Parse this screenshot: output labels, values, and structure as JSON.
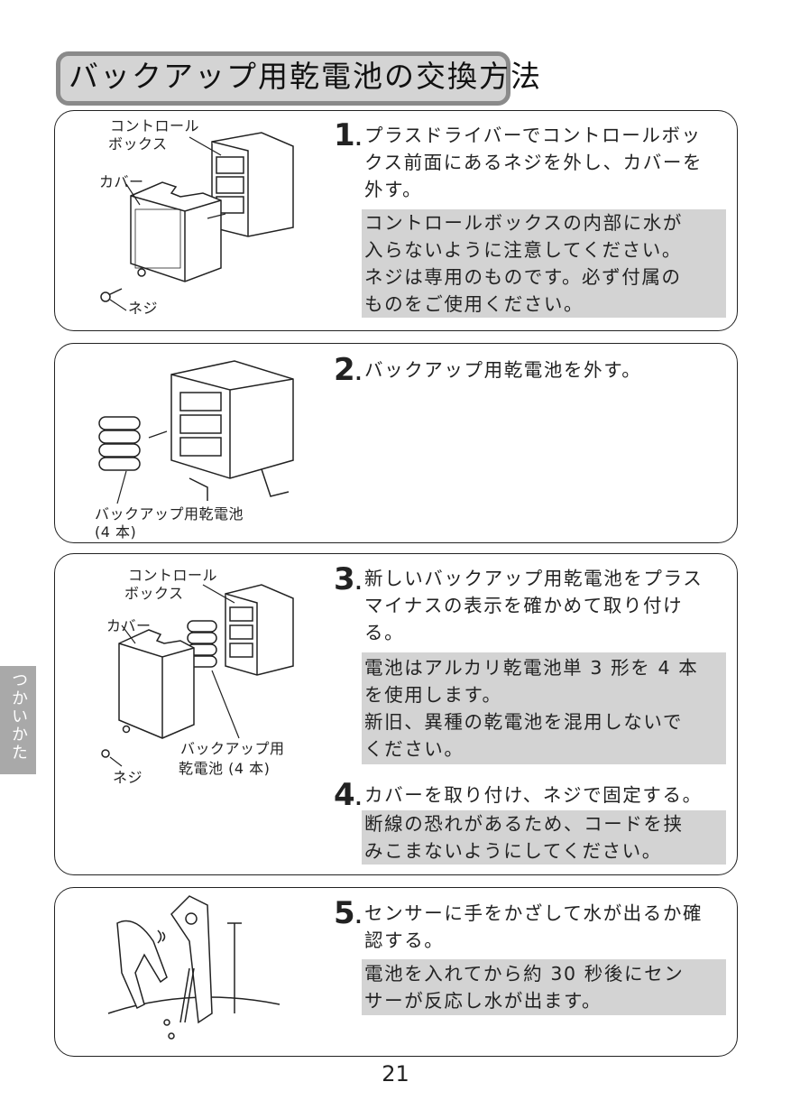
{
  "title": "バックアップ用乾電池の交換方法",
  "side_tab": "つかいかた",
  "page_number": "21",
  "steps": [
    {
      "number": "1",
      "lines": [
        "プラスドライバーでコントロールボッ",
        "クス前面にあるネジを外し、カバーを",
        "外す。"
      ],
      "note": [
        "コントロールボックスの内部に水が",
        "入らないように注意してください。",
        "ネジは専用のものです。必ず付属の",
        "ものをご使用ください。"
      ],
      "labels": {
        "control_box": [
          "コントロール",
          "ボックス"
        ],
        "cover": "カバー",
        "screw": "ネジ"
      }
    },
    {
      "number": "2",
      "lines": [
        "バックアップ用乾電池を外す。"
      ],
      "labels": {
        "battery": [
          "バックアップ用乾電池",
          "(4 本)"
        ]
      }
    },
    {
      "number": "3",
      "lines": [
        "新しいバックアップ用乾電池をプラス",
        "マイナスの表示を確かめて取り付け",
        "る。"
      ],
      "note": [
        "電池はアルカリ乾電池単 3 形を 4 本",
        "を使用します。",
        "新旧、異種の乾電池を混用しないで",
        "ください。"
      ],
      "labels": {
        "control_box": [
          "コントロール",
          "ボックス"
        ],
        "cover": "カバー",
        "screw": "ネジ",
        "battery": [
          "バックアップ用",
          "乾電池 (4 本)"
        ]
      }
    },
    {
      "number": "4",
      "lines": [
        "カバーを取り付け、ネジで固定する。"
      ],
      "note": [
        "断線の恐れがあるため、コードを挟",
        "みこまないようにしてください。"
      ]
    },
    {
      "number": "5",
      "lines": [
        "センサーに手をかざして水が出るか確",
        "認する。"
      ],
      "note": [
        "電池を入れてから約 30 秒後にセン",
        "サーが反応し水が出ます。"
      ]
    }
  ]
}
